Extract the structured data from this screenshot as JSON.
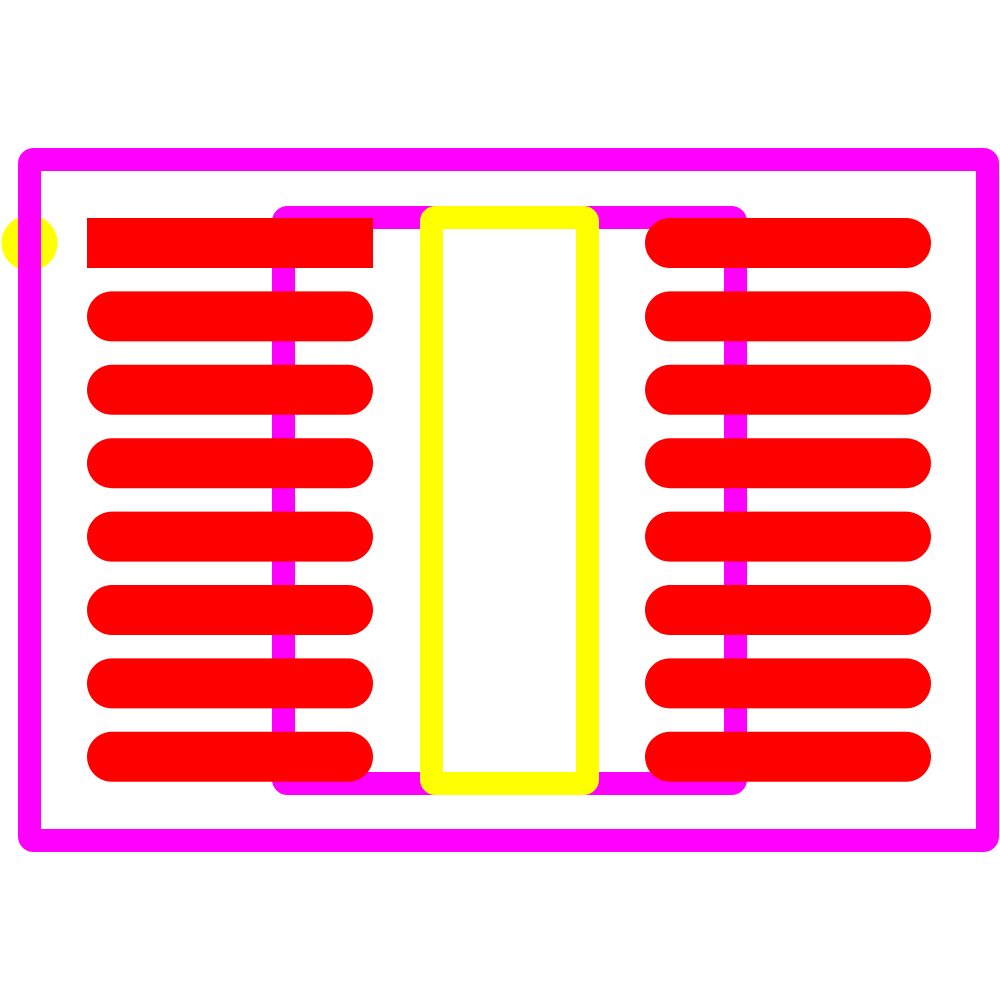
{
  "colors": {
    "background": "#ffffff",
    "outline": "#ff00ff",
    "silkscreen": "#ffff00",
    "pads": "#ff0000"
  },
  "footprint": {
    "pins_per_side": 8,
    "pin1_marker": "dot",
    "pin1_pad_shape": "rectangle",
    "other_pad_shape": "oval"
  }
}
